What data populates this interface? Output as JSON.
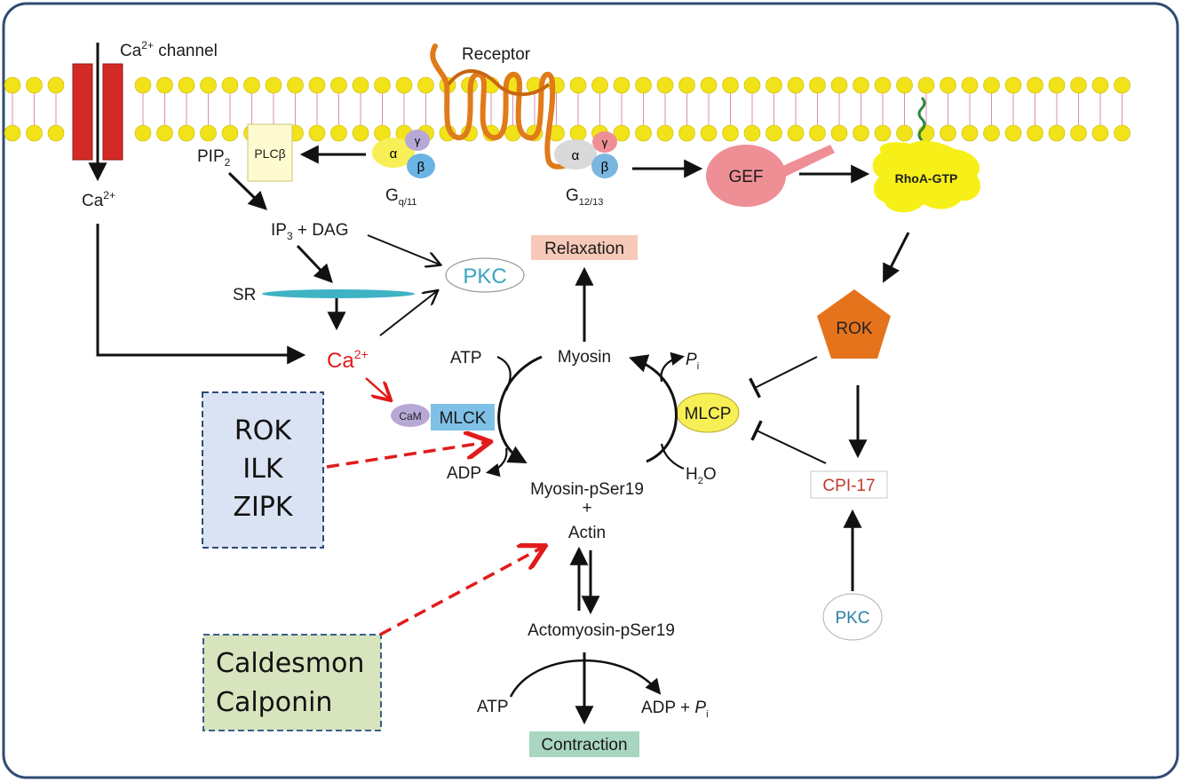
{
  "membrane": {
    "ca_channel": "Ca",
    "ca_channel_sup": "2+",
    "ca_channel_rest": " channel",
    "receptor": "Receptor"
  },
  "proteins": {
    "pip2": "PIP",
    "pip2_sub": "2",
    "plcb": "PLCβ",
    "alpha": "α",
    "beta": "β",
    "gamma": "γ",
    "gq": "G",
    "gq_sub": "q/11",
    "g12": "G",
    "g12_sub": "12/13",
    "gef": "GEF",
    "rhoa": "RhoA-GTP",
    "rok": "ROK",
    "ip3dag": "IP",
    "ip3_sub": "3",
    "ip3dag_rest": " + DAG",
    "pkc_top": "PKC",
    "sr": "SR",
    "ca_left": "Ca",
    "ca_left_sup": "2+",
    "ca_red": "Ca",
    "ca_red_sup": "2+",
    "relaxation": "Relaxation",
    "myosin": "Myosin",
    "atp_top": "ATP",
    "pi_top": "P",
    "pi_top_sub": "i",
    "cam": "CaM",
    "mlck": "MLCK",
    "mlcp": "MLCP",
    "adp_left": "ADP",
    "h2o": "H",
    "h2o_sub": "2",
    "h2o_rest": "O",
    "myosin_p": "Myosin-pSer19",
    "plus": "+",
    "actin": "Actin",
    "actomyosin": "Actomyosin-pSer19",
    "atp_bottom": "ATP",
    "adp_pi": "ADP + ",
    "adp_pi_p": "P",
    "adp_pi_sub": "i",
    "contraction": "Contraction",
    "cpi17": "CPI-17",
    "pkc_bottom": "PKC"
  },
  "kinase_box": {
    "lines": [
      "ROK",
      "ILK",
      "ZIPK"
    ]
  },
  "actin_box": {
    "lines": [
      "Caldesmon",
      "Calponin"
    ]
  },
  "colors": {
    "frame_border": "#2f4b73",
    "lipid_head": "#f2e21a",
    "channel": "#d42a25",
    "receptor": "#e07b1a",
    "gef": "#ee8f95",
    "rhoa": "#f7ef18",
    "rok": "#e5731c",
    "sr": "#3fb3c4",
    "pkc_text": "#3aa3c0",
    "ca_red": "#e21b1b",
    "relaxation_bg": "#f6c9b8",
    "mlck_bg": "#7ec0e6",
    "mlcp_bg": "#f7ef55",
    "contraction_bg": "#a9d6c1",
    "cpi17_text": "#c0392b",
    "kinase_box_bg": "#dae3f3",
    "actin_box_bg": "#d7e4bd",
    "dashed_arrow": "#e11b1b"
  }
}
